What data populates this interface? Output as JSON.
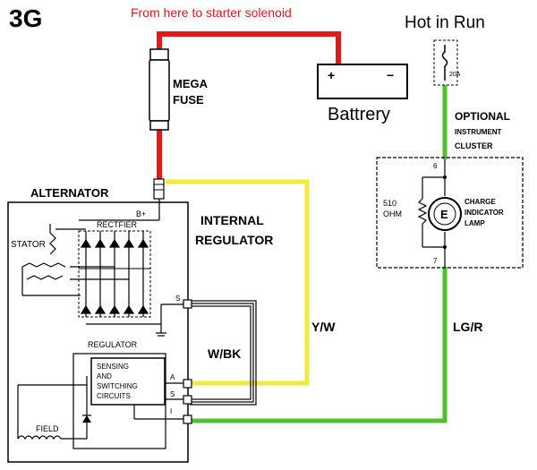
{
  "title": "3G",
  "top_note": "From here to starter solenoid",
  "hot_in_run": "Hot in Run",
  "fuse_label_1": "MEGA",
  "fuse_label_2": "FUSE",
  "fuse_20a": "20A",
  "battery_label": "Battrery",
  "battery_plus": "+",
  "battery_minus": "−",
  "optional_1": "OPTIONAL",
  "optional_2": "INSTRUMENT",
  "optional_3": "CLUSTER",
  "pin_6": "6",
  "pin_7": "7",
  "ohm_1": "510",
  "ohm_2": "OHM",
  "lamp_1": "CHARGE",
  "lamp_2": "INDICATOR",
  "lamp_3": "LAMP",
  "lamp_symbol": "E",
  "alternator_label": "ALTERNATOR",
  "b_plus": "B+",
  "rectifier": "RECTFIER",
  "stator": "STATOR",
  "internal_1": "INTERNAL",
  "internal_2": "REGULATOR",
  "s_top": "S",
  "regulator": "REGULATOR",
  "sensing_1": "SENSING",
  "sensing_2": "AND",
  "sensing_3": "SWITCHING",
  "sensing_4": "CIRCUITS",
  "term_a": "A",
  "term_s": "S",
  "term_i": "I",
  "field": "FIELD",
  "yw": "Y/W",
  "wbk": "W/BK",
  "lgr": "LG/R",
  "colors": {
    "red_wire": "#e01b1b",
    "yellow_wire": "#f2ea3a",
    "green_wire": "#4cc22c",
    "note_red": "#d61c1c"
  }
}
